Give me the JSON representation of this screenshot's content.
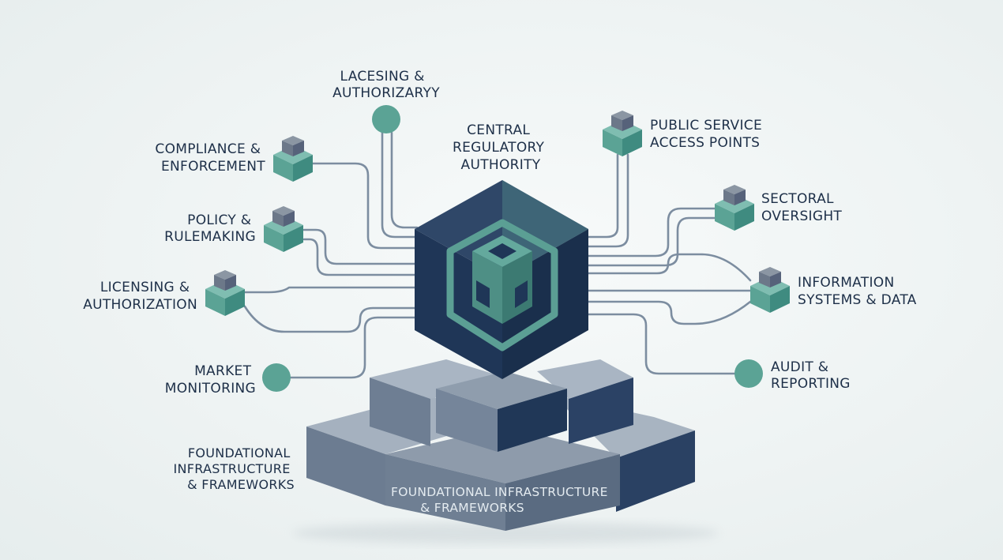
{
  "diagram": {
    "center_label": [
      "CENTRAL",
      "REGULATORY",
      "AUTHORITY"
    ],
    "nodes": {
      "top": [
        "LACESING &",
        "AUTHORIZARYY"
      ],
      "compliance": [
        "COMPLIANCE &",
        "ENFORCEMENT"
      ],
      "policy": [
        "POLICY &",
        "RULEMAKING"
      ],
      "licensing": [
        "LICENSING &",
        "AUTHORIZATION"
      ],
      "market": [
        "MARKET",
        "MONITORING"
      ],
      "public_service": [
        "PUBLIC SERVICE",
        "ACCESS POINTS"
      ],
      "sectoral": [
        "SECTORAL",
        "OVERSIGHT"
      ],
      "information": [
        "INFORMATION",
        "SYSTEMS & DATA"
      ],
      "audit": [
        "AUDIT &",
        "REPORTING"
      ]
    },
    "base_side_label": [
      "FOUNDATIONAL",
      "INFRASTRUCTURE",
      "& FRAMEWORKS"
    ],
    "base_front_label": [
      "FOUNDATIONAL INFRASTRUCTURE",
      "& FRAMEWORKS"
    ],
    "colors": {
      "navy": "#1f3657",
      "teal": "#5b9f94",
      "slate": "#6b7b8e",
      "wire": "#7c8da0",
      "text": "#1d2f48"
    }
  }
}
